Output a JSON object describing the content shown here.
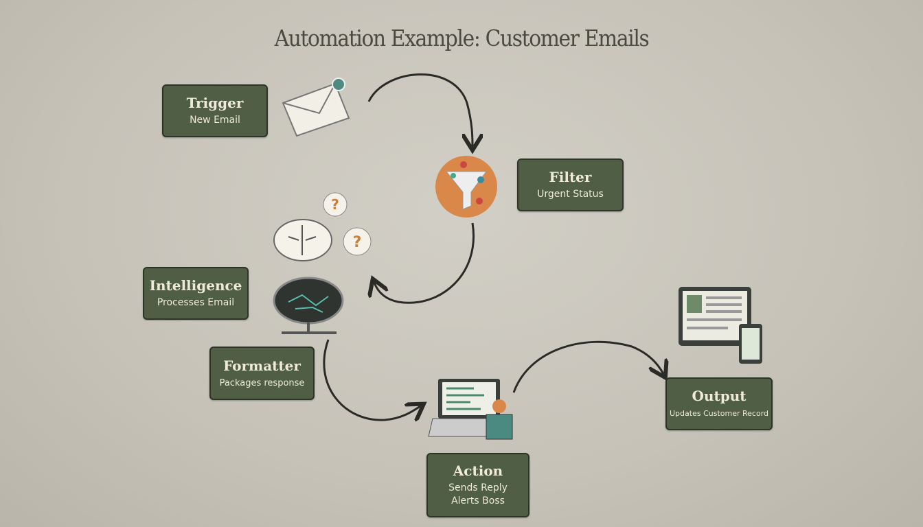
{
  "title": "Automation Example: Customer Emails",
  "nodes": {
    "trigger": {
      "title": "Trigger",
      "sub": "New Email"
    },
    "filter": {
      "title": "Filter",
      "sub": "Urgent Status"
    },
    "intelligence": {
      "title": "Intelligence",
      "sub": "Processes Email"
    },
    "formatter": {
      "title": "Formatter",
      "sub": "Packages response"
    },
    "action": {
      "title": "Action",
      "sub1": "Sends Reply",
      "sub2": "Alerts Boss"
    },
    "output": {
      "title": "Output",
      "sub": "Updates Customer Record"
    }
  },
  "colors": {
    "box": "#4f5e45",
    "arrow": "#2a2a26",
    "accent": "#d9884a"
  }
}
